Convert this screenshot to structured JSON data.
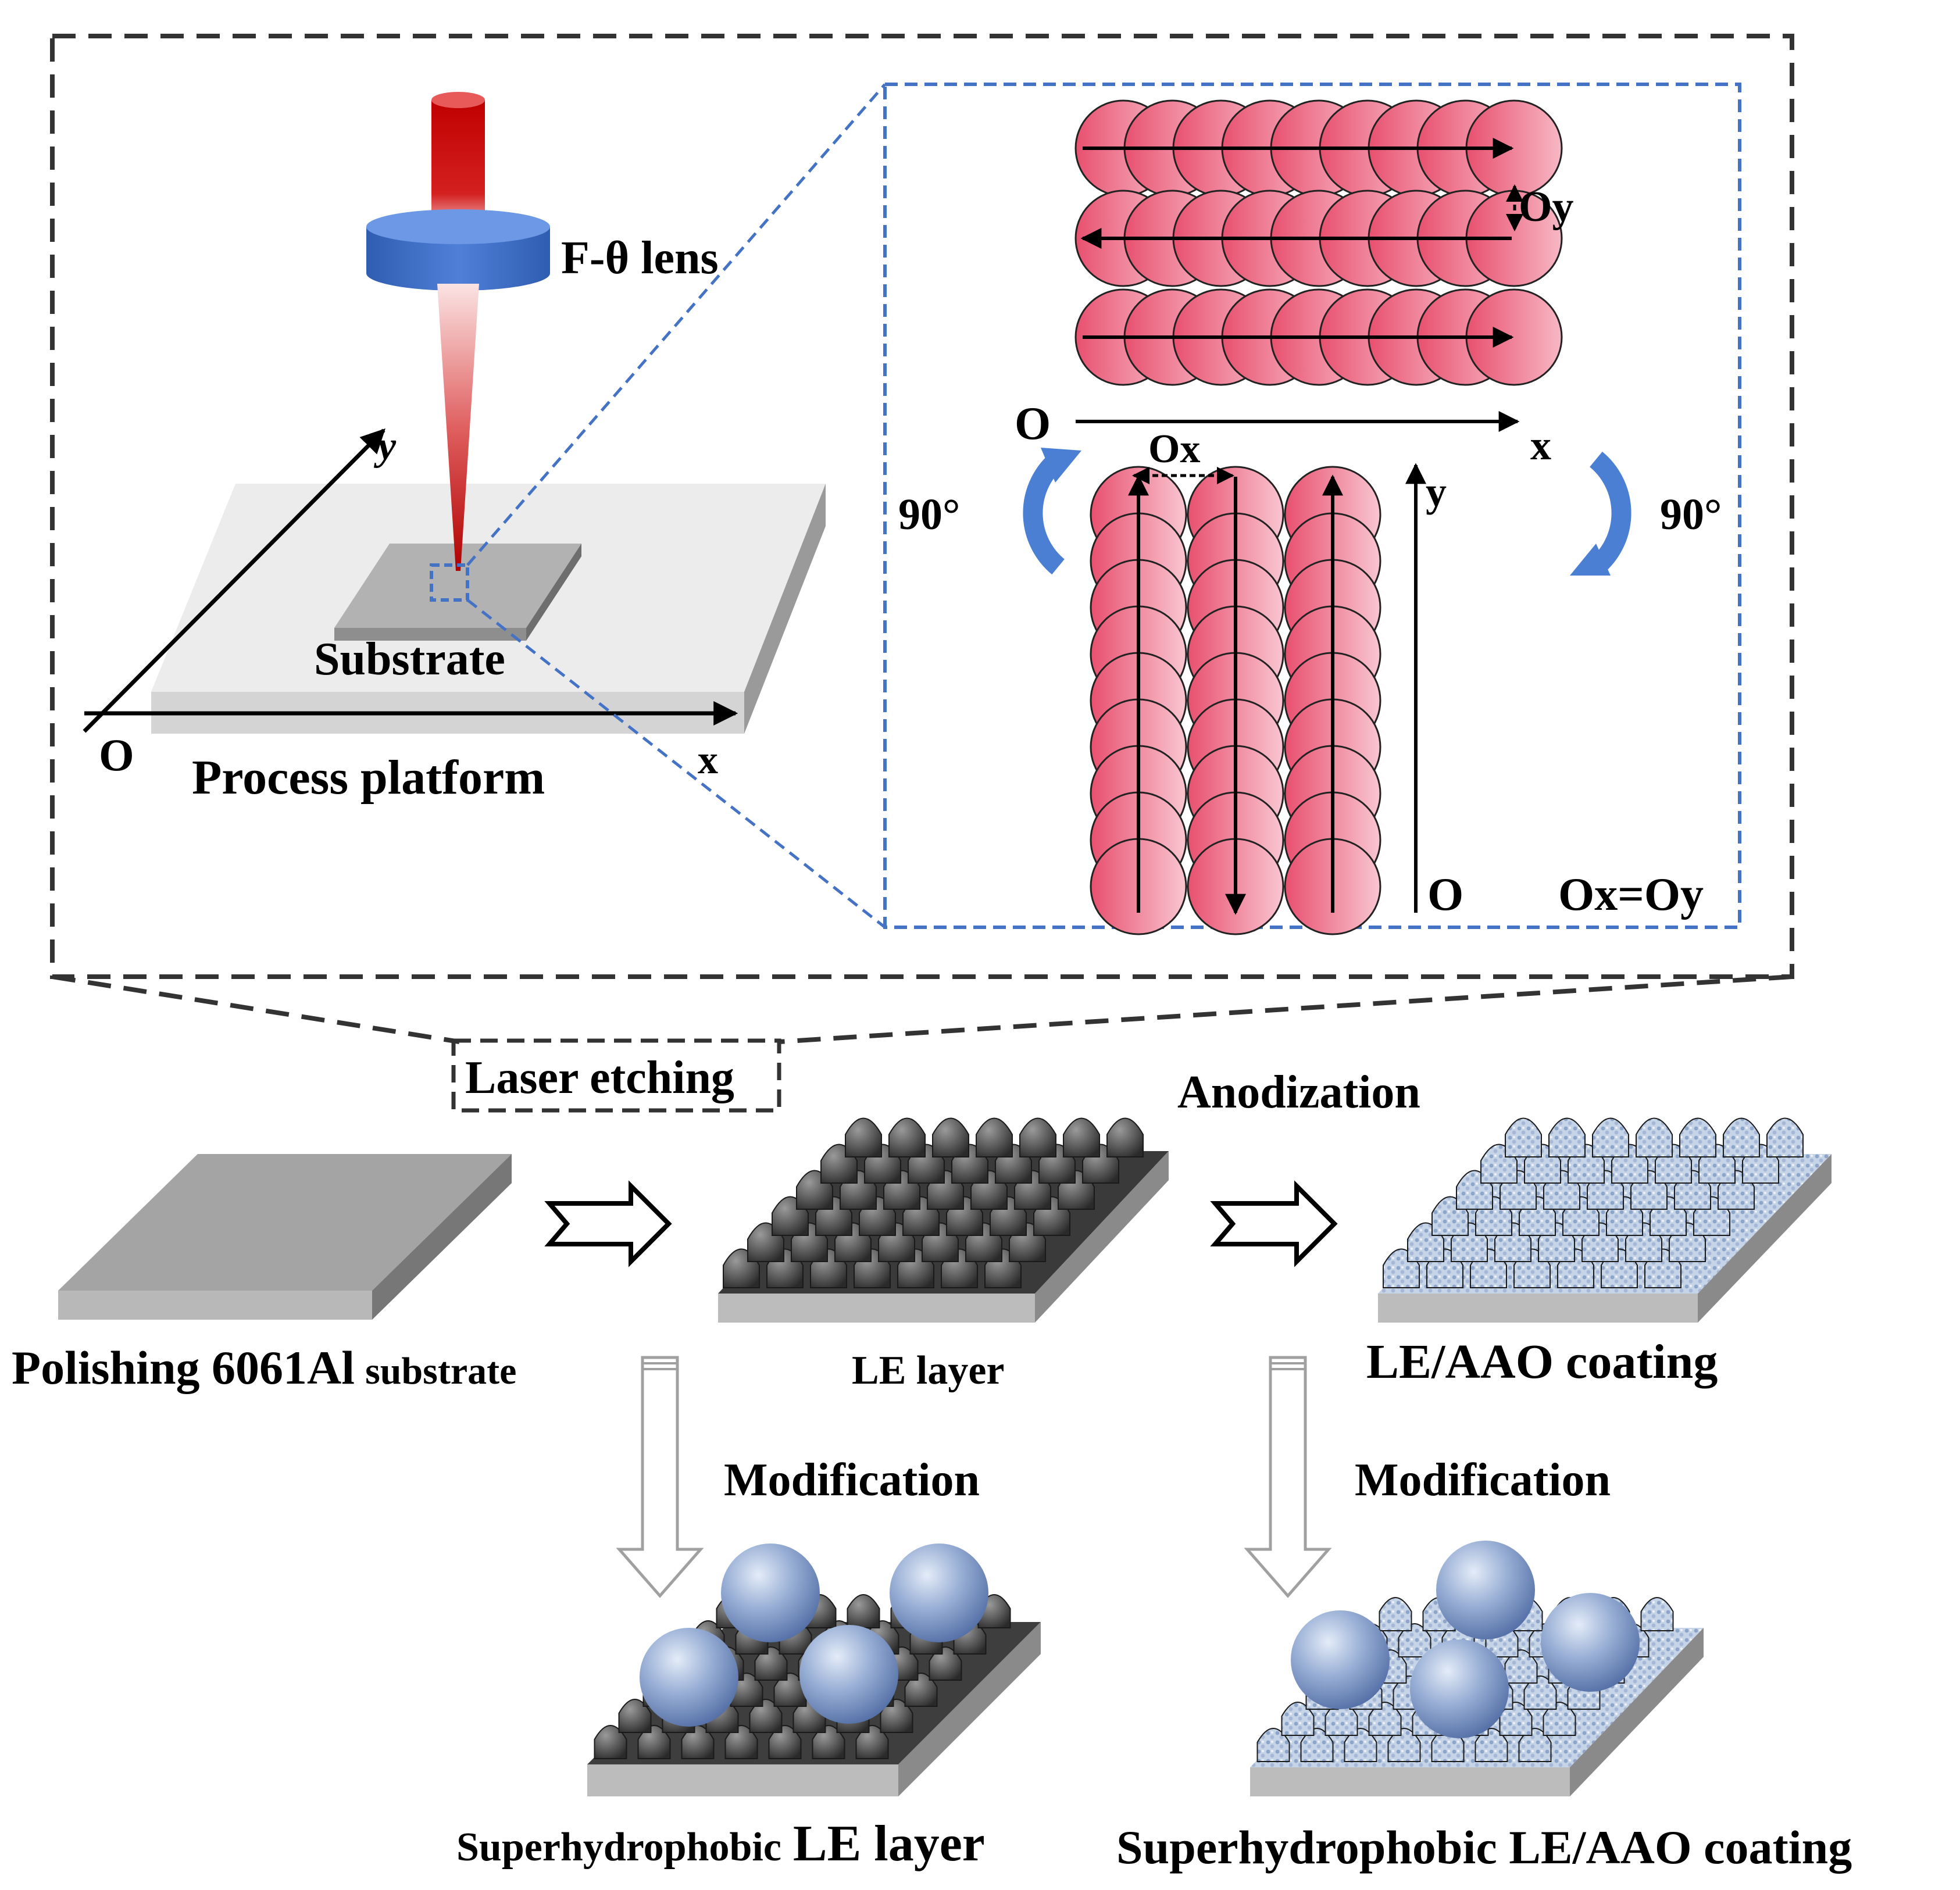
{
  "colors": {
    "laser_red": "#c00000",
    "lens_blue": "#3f6fc6",
    "zoom_blue": "#4472c4",
    "rotate_blue": "#4a7fd4",
    "disk_pink": "#e8506f",
    "dash_gray": "#333333"
  },
  "labels": {
    "lens": "F-θ lens",
    "axis_y": "y",
    "axis_x": "x",
    "origin": "O",
    "substrate": "Substrate",
    "platform": "Process platform",
    "oy": "Oy",
    "ox": "Ox",
    "ninety": "90°",
    "ox_eq_oy": "Ox=Oy",
    "laser_etching": "Laser etching",
    "anodization": "Anodization",
    "polishing_main": "Polishing 6061Al",
    "polishing_small": "substrate",
    "le_layer": "LE layer",
    "le_aao": "LE/AAO coating",
    "modification": "Modification",
    "sh_small": "Superhydrophobic",
    "sh_le_tail": "LE layer",
    "sh_le_aao": "Superhydrophobic LE/AAO coating"
  },
  "icons": {
    "laser_beam": "laser-beam-icon",
    "lens": "lens-icon",
    "process_arrow": "outline-arrow-right-icon",
    "down_arrow": "outline-arrow-down-icon",
    "rotate": "rotate-90-icon",
    "droplet": "water-droplet-icon"
  }
}
